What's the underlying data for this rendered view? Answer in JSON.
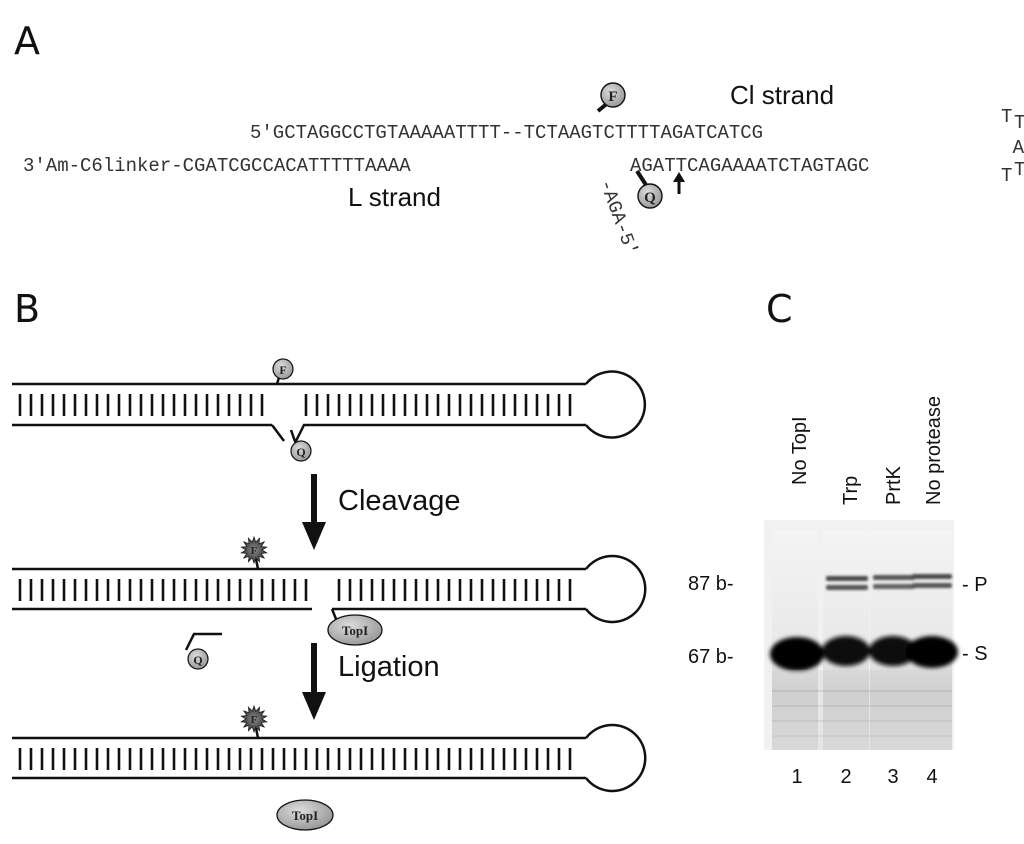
{
  "panels": {
    "a": "A",
    "b": "B",
    "c": "C"
  },
  "sequence": {
    "top_5prime": "5'GCTAGGCCTGTAAAAATTTT--TCTAAGTCTTTTAGATCATCG",
    "bottom_3prime": "3'Am-C6linker-CGATCGCCACATTTTTAAAA",
    "bottom_right": "AGATTCAGAAAATCTAGTAGC",
    "branch": "-AGA-5'",
    "loop_t1": "T",
    "loop_t2": "T",
    "loop_a": "A",
    "loop_t3": "T",
    "loop_t4": "T",
    "cl_strand": "Cl strand",
    "l_strand": "L strand",
    "fluor": "F",
    "quencher": "Q"
  },
  "schematic": {
    "fluor": "F",
    "quencher": "Q",
    "enzyme": "TopI",
    "step1": "Cleavage",
    "step2": "Ligation"
  },
  "gel": {
    "lanes": [
      {
        "label": "No TopI",
        "number": "1"
      },
      {
        "label": "Trp",
        "number": "2"
      },
      {
        "label": "PrtK",
        "number": "3"
      },
      {
        "label": "No protease",
        "number": "4"
      }
    ],
    "markers_left": [
      "87 b-",
      "67 b-"
    ],
    "markers_right": [
      "- P",
      "- S"
    ]
  }
}
